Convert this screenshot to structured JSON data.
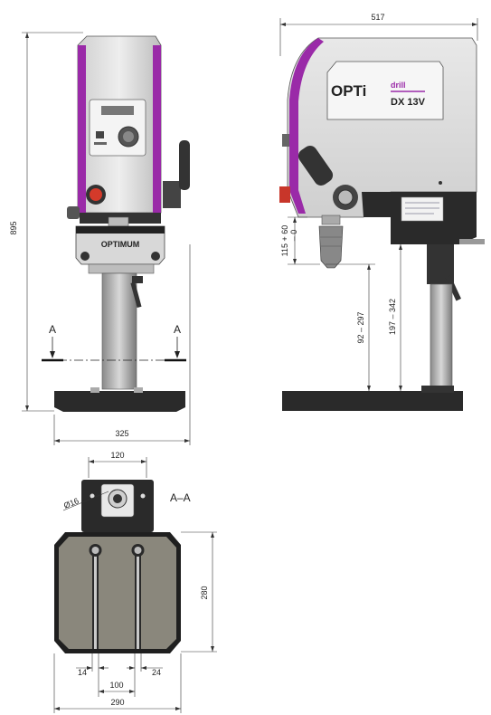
{
  "drawing": {
    "front": {
      "height_overall": "895",
      "base_width": "325",
      "section_mark_left": "A",
      "section_mark_right": "A",
      "brand_label": "OPTIMUM"
    },
    "side": {
      "width_overall": "517",
      "spindle_travel": "115 + 60\n       – 0",
      "travel_1_line1": "115 + 60",
      "travel_1_line2": "– 0",
      "range_short": "92 – 297",
      "range_long": "197 – 342",
      "logo_opti": "OPTi",
      "logo_drill": "drill",
      "logo_model": "DX 13V"
    },
    "section": {
      "title": "A–A",
      "column_width": "120",
      "bore_diameter": "Ø16",
      "table_depth": "280",
      "table_width": "290",
      "slot_width": "14",
      "slot_spacing": "100",
      "slot_width_right": "24"
    }
  }
}
